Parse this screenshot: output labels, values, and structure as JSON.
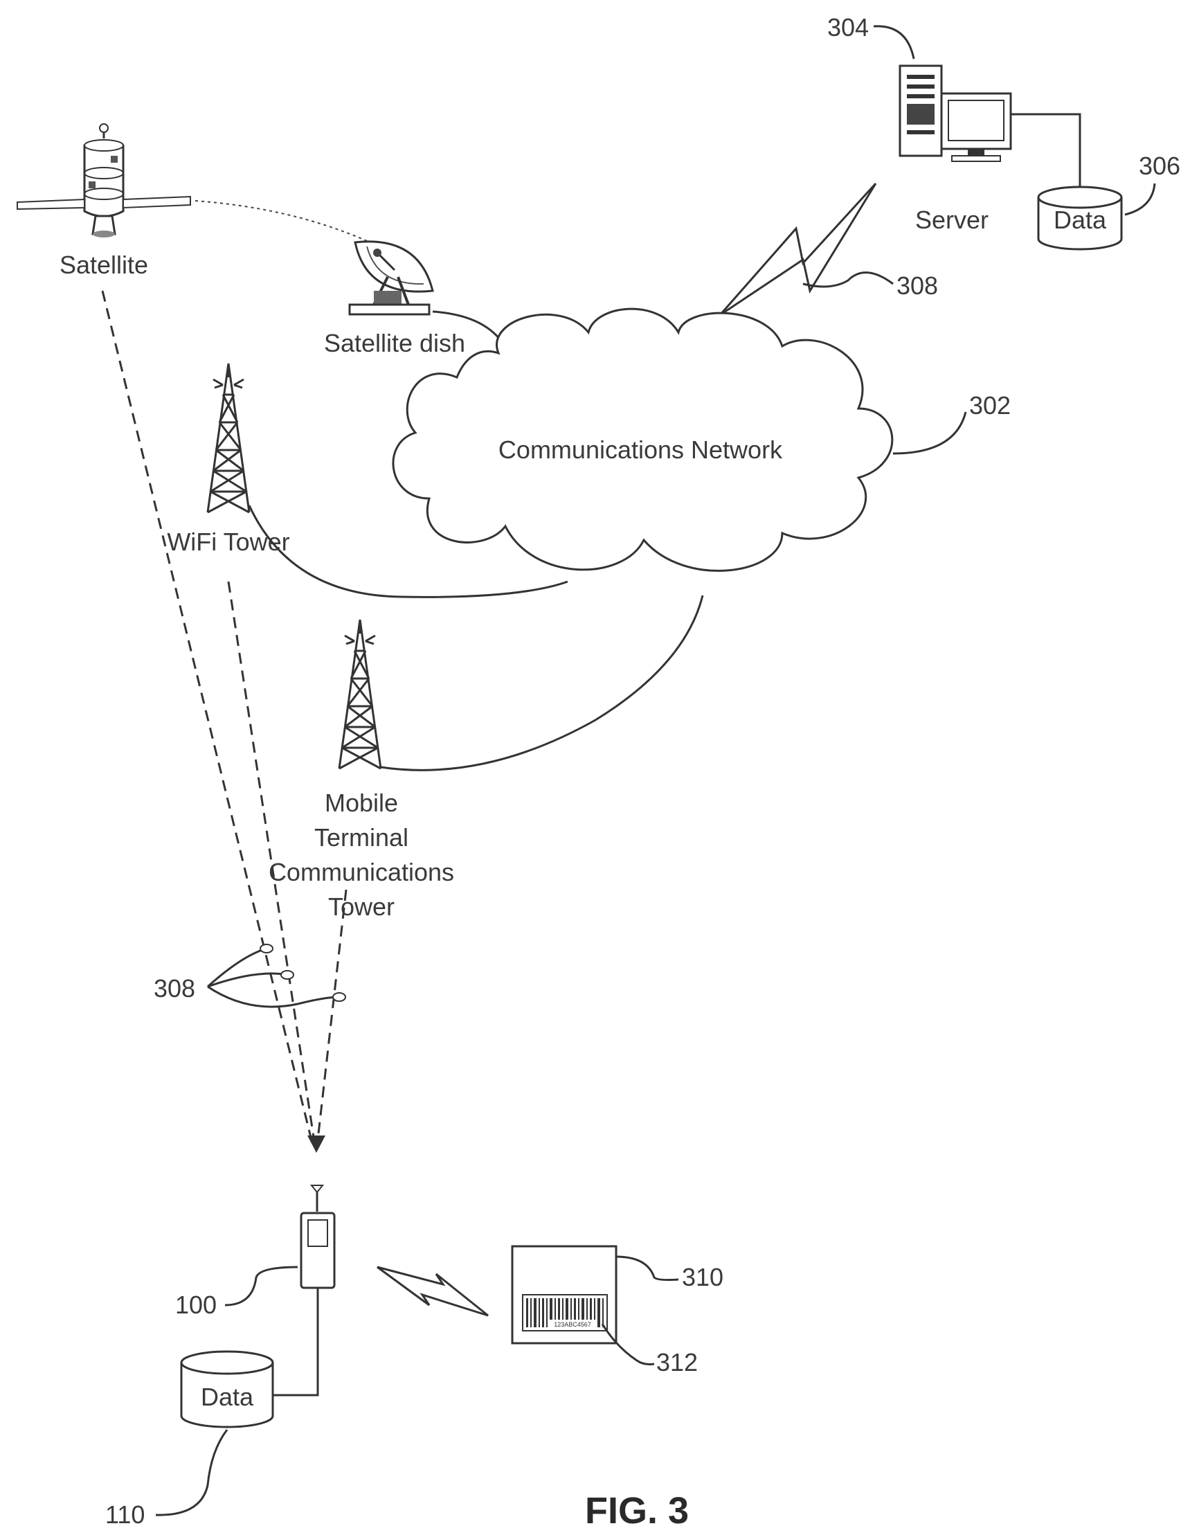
{
  "labels": {
    "satellite": "Satellite",
    "satellite_dish": "Satellite dish",
    "wifi_tower": "WiFi Tower",
    "mobile_tower": [
      "Mobile",
      "Terminal",
      "Communications",
      "Tower"
    ],
    "network": "Communications Network",
    "server": "Server",
    "server_data": "Data",
    "device_data": "Data",
    "barcode_text": "123ABC4567"
  },
  "refs": {
    "r304": "304",
    "r306": "306",
    "r308_top": "308",
    "r302": "302",
    "r308_mid": "308",
    "r100": "100",
    "r110": "110",
    "r310": "310",
    "r312": "312"
  },
  "figure_label": "FIG. 3",
  "colors": {
    "ink": "#333333",
    "fill": "#ffffff"
  }
}
